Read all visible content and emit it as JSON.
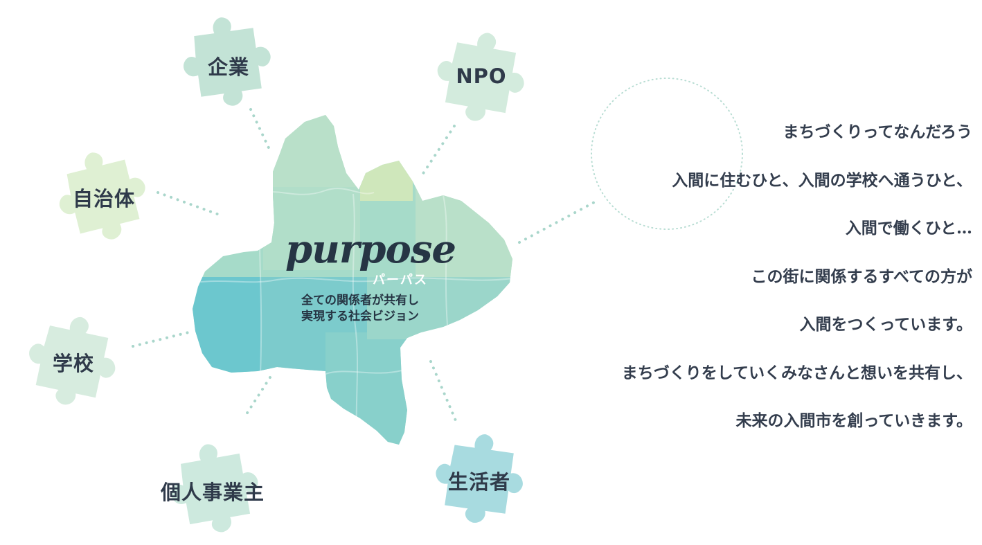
{
  "diagram": {
    "center": {
      "logo": "purpose",
      "kana": "パーパス",
      "description_lines": [
        "全ての関係者が共有し",
        "実現する社会ビジョン"
      ]
    },
    "pieces": [
      {
        "key": "kigyo",
        "label": "企業",
        "color": "#c3e3d6"
      },
      {
        "key": "npo",
        "label": "NPO",
        "color": "#d3ebdd"
      },
      {
        "key": "jichitai",
        "label": "自治体",
        "color": "#dff0d3"
      },
      {
        "key": "gakko",
        "label": "学校",
        "color": "#d7ecdf"
      },
      {
        "key": "kojin",
        "label": "個人事業主",
        "color": "#cde9de"
      },
      {
        "key": "seikatsusha",
        "label": "生活者",
        "color": "#a8dbe0"
      }
    ],
    "colors": {
      "map_top": "#b9e0c9",
      "map_mid": "#a6dbc9",
      "map_bottom": "#7ccbcc",
      "map_teal": "#6cc7ce",
      "map_lime": "#cfe7bb",
      "dots": "#a9d6cb",
      "circle": "#b8ddd3"
    }
  },
  "message": {
    "lines": [
      "まちづくりってなんだろう",
      "入間に住むひと、入間の学校へ通うひと、",
      "入間で働くひと…",
      "この街に関係するすべての方が",
      "入間をつくっています。",
      "まちづくりをしていくみなさんと想いを共有し、",
      "未来の入間市を創っていきます。"
    ]
  }
}
